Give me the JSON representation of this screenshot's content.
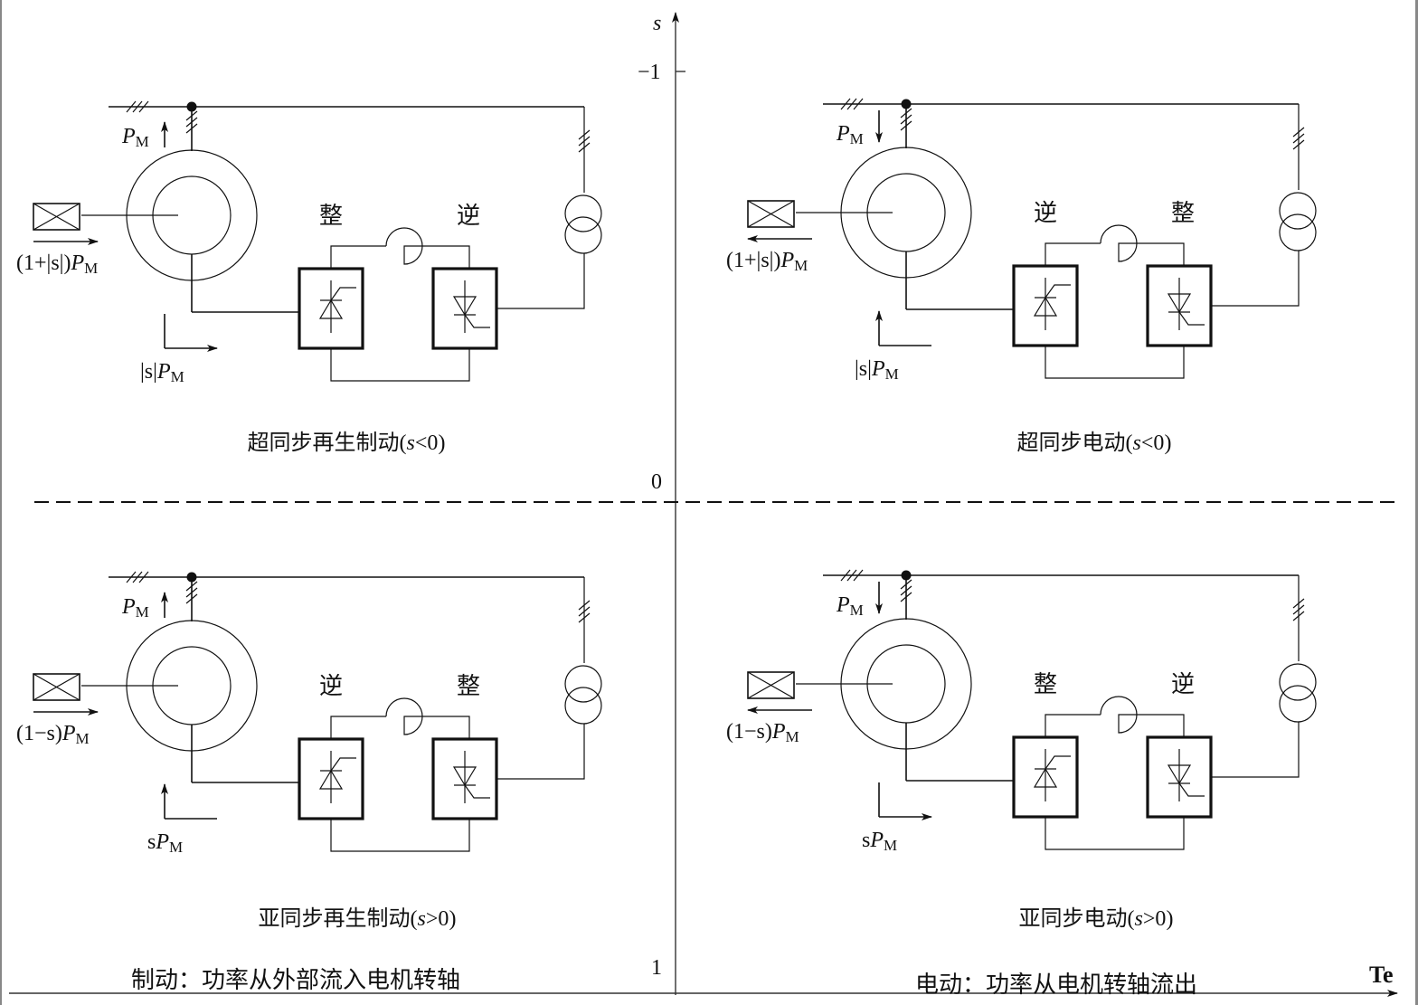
{
  "axes": {
    "vertical_label": "s",
    "horizontal_label": "Te",
    "ticks": [
      {
        "value": -1,
        "label": "−1"
      },
      {
        "value": 0,
        "label": "0"
      },
      {
        "value": 1,
        "label": "1"
      }
    ]
  },
  "quadrants": [
    {
      "id": "top-left",
      "title_cn": "超同步再生制动",
      "title_cond": "(s<0)",
      "title_var": "s",
      "title_rel": "<0",
      "converter_left": "整",
      "converter_right": "逆",
      "stator_power": "P",
      "stator_power_sub": "M",
      "stator_arrow": "up",
      "shaft_power_prefix": "(1+|s|)",
      "shaft_power_main": "P",
      "shaft_power_sub": "M",
      "shaft_arrow": "right",
      "rotor_power_prefix": "|s|",
      "rotor_power_main": "P",
      "rotor_power_sub": "M",
      "rotor_arrow": "right"
    },
    {
      "id": "top-right",
      "title_cn": "超同步电动",
      "title_var": "s",
      "title_rel": "<0",
      "converter_left": "逆",
      "converter_right": "整",
      "stator_power": "P",
      "stator_power_sub": "M",
      "stator_arrow": "down",
      "shaft_power_prefix": "(1+|s|)",
      "shaft_power_main": "P",
      "shaft_power_sub": "M",
      "shaft_arrow": "left",
      "rotor_power_prefix": "|s|",
      "rotor_power_main": "P",
      "rotor_power_sub": "M",
      "rotor_arrow": "up"
    },
    {
      "id": "bottom-left",
      "title_cn": "亚同步再生制动",
      "title_var": "s",
      "title_rel": ">0",
      "converter_left": "逆",
      "converter_right": "整",
      "stator_power": "P",
      "stator_power_sub": "M",
      "stator_arrow": "up",
      "shaft_power_prefix": "(1−s)",
      "shaft_power_main": "P",
      "shaft_power_sub": "M",
      "shaft_arrow": "right",
      "rotor_power_prefix": "s",
      "rotor_power_main": "P",
      "rotor_power_sub": "M",
      "rotor_arrow": "up"
    },
    {
      "id": "bottom-right",
      "title_cn": "亚同步电动",
      "title_var": "s",
      "title_rel": ">0",
      "converter_left": "整",
      "converter_right": "逆",
      "stator_power": "P",
      "stator_power_sub": "M",
      "stator_arrow": "down",
      "shaft_power_prefix": "(1−s)",
      "shaft_power_main": "P",
      "shaft_power_sub": "M",
      "shaft_arrow": "left",
      "rotor_power_prefix": "s",
      "rotor_power_main": "P",
      "rotor_power_sub": "M",
      "rotor_arrow": "right"
    }
  ],
  "footer": {
    "braking_note": "制动：功率从外部流入电机转轴",
    "motoring_note": "电动：功率从电机转轴流出"
  }
}
